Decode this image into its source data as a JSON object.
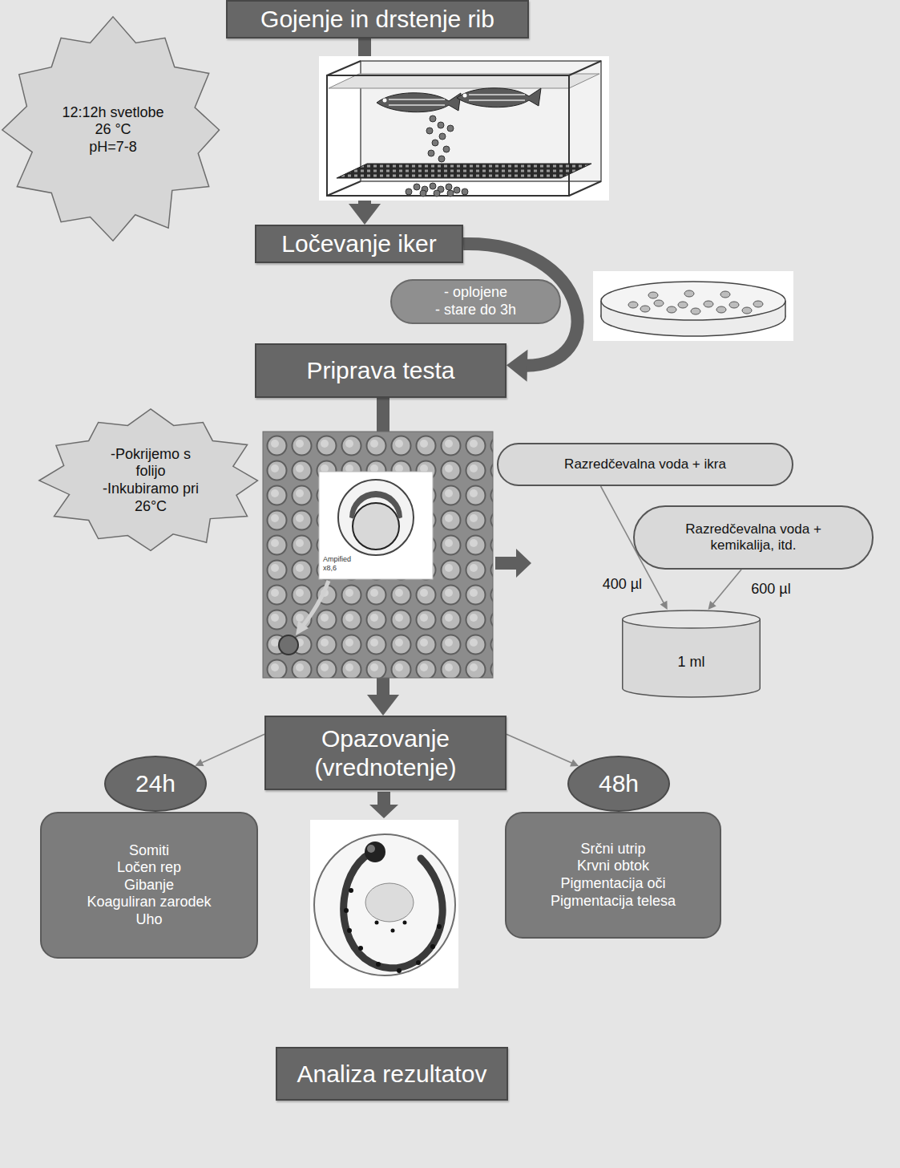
{
  "diagram": {
    "nodes": [
      {
        "text": [
          "Gojenje in drstenje rib"
        ]
      },
      {
        "text": [
          "12:12h svetlobe",
          "26 °C",
          "pH=7-8"
        ]
      },
      {
        "text": [
          "Ločevanje iker"
        ]
      },
      {
        "text": [
          "- oplojene",
          "- stare do 3h"
        ]
      },
      {
        "text": [
          "Priprava testa"
        ]
      },
      {
        "text": [
          "-Pokrijemo s folijo",
          "-Inkubiramo pri 26°C"
        ]
      },
      {
        "text": [
          "Razredčevalna voda + ikra"
        ]
      },
      {
        "text": [
          "Razredčevalna voda + kemikalija, itd."
        ]
      },
      {
        "text": [
          "1 ml"
        ]
      },
      {
        "text": [
          "Opazovanje (vrednotenje)"
        ]
      },
      {
        "text": [
          "24h"
        ]
      },
      {
        "text": [
          "48h"
        ]
      },
      {
        "text": [
          "Somiti",
          "Ločen rep",
          "Gibanje",
          "Koaguliran zarodek",
          "Uho"
        ]
      },
      {
        "text": [
          "Srčni utrip",
          "Krvni obtok",
          "Pigmentacija oči",
          "Pigmentacija telesa"
        ]
      },
      {
        "text": [
          "Analiza rezultatov"
        ]
      }
    ],
    "edges": [
      {
        "from": 0,
        "to": 2,
        "arrow": "to"
      },
      {
        "from": 2,
        "to": 4,
        "arrow": "to"
      },
      {
        "from": 4,
        "to": 9,
        "arrow": "to"
      },
      {
        "from": 6,
        "to": 8,
        "label": "400 µl",
        "arrow": "to"
      },
      {
        "from": 7,
        "to": 8,
        "label": "600 µl",
        "arrow": "to"
      },
      {
        "from": 9,
        "to": 10,
        "arrow": "to"
      },
      {
        "from": 9,
        "to": 11,
        "arrow": "to"
      }
    ],
    "labels": [
      "Ampified",
      "x8,6"
    ]
  }
}
